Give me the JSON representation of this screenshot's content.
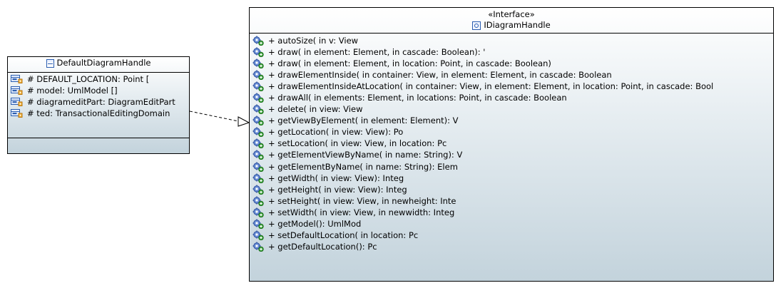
{
  "classA": {
    "name": "DefaultDiagramHandle",
    "attributes": [
      "# DEFAULT_LOCATION: Point [",
      "# model: UmlModel []",
      "# diagrameditPart: DiagramEditPart",
      "# ted: TransactionalEditingDomain"
    ]
  },
  "classB": {
    "stereotype": "«Interface»",
    "name": "IDiagramHandle",
    "operations": [
      "+ autoSize(  in v: View",
      "+ draw(  in element: Element,   in cascade: Boolean): '",
      "+ draw(  in element: Element,   in location: Point,   in cascade: Boolean)",
      "+ drawElementInside(  in container: View,   in element: Element,   in cascade: Boolean",
      "+ drawElementInsideAtLocation(  in container: View,   in element: Element,   in location: Point,   in cascade: Bool",
      "+ drawAll(  in elements: Element,   in locations: Point,   in cascade: Boolean",
      "+ delete(  in view: View",
      "+ getViewByElement(  in element: Element): V",
      "+ getLocation(  in view: View): Po",
      "+ setLocation(  in view: View,   in location: Pc",
      "+ getElementViewByName(  in name: String): V",
      "+ getElementByName(  in name: String): Elem",
      "+ getWidth(  in view: View): Integ",
      "+ getHeight(  in view: View): Integ",
      "+ setHeight(  in view: View,   in newheight: Inte",
      "+ setWidth(  in view: View,   in newwidth: Integ",
      "+ getModel(): UmlMod",
      "+ setDefaultLocation(  in location: Pc",
      "+ getDefaultLocation(): Pc"
    ]
  },
  "relationship": {
    "type": "realization"
  },
  "colors": {
    "box_top": "#ffffff",
    "box_bottom": "#c3d3dc",
    "icon_blue": "#2a5db0",
    "icon_green": "#3a9a3a",
    "icon_orange": "#e8a02a"
  }
}
